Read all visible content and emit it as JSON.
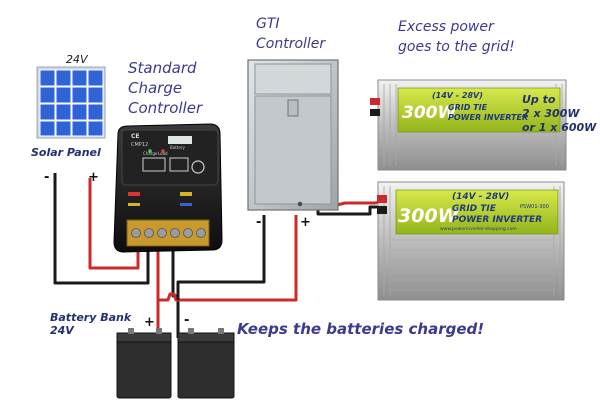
{
  "labels": {
    "solar_voltage": "24V",
    "solar_panel": "Solar Panel",
    "solar_neg": "-",
    "solar_pos": "+",
    "charge_controller_line1": "Standard",
    "charge_controller_line2": "Charge",
    "charge_controller_line3": "Controller",
    "gti_line1": "GTI",
    "gti_line2": "Controller",
    "gti_neg": "-",
    "gti_pos": "+",
    "excess_line1": "Excess power",
    "excess_line2": "goes to the grid!",
    "upto_line1": "Up to",
    "upto_line2": "2 x 300W",
    "upto_line3": "or 1 x 600W",
    "battery_line1": "Battery Bank",
    "battery_line2": "24V",
    "battery_pos": "+",
    "battery_neg": "-",
    "keeps_charged": "Keeps the batteries charged!"
  },
  "controller_face": {
    "brand": "CE",
    "model": "CMP12",
    "charge": "Charge",
    "load": "Load",
    "battery": "Battery"
  },
  "inverters": {
    "top": {
      "wattage": "300W",
      "range": "(14V - 28V)",
      "line1": "GRID TIE",
      "line2": "POWER INVERTER"
    },
    "bottom": {
      "wattage": "300W",
      "range": "(14V - 28V)",
      "line1": "GRID TIE",
      "line2": "POWER INVERTER",
      "model": "PSW01-300",
      "url": "www.powerinverter-shopping.com"
    }
  },
  "colors": {
    "wire_black": "#1a1a1a",
    "wire_red": "#cc2a2a",
    "label_purple": "#3b3a8f",
    "label_navy": "#23306e",
    "solar_blue": "#2f63d6",
    "inverter_green": "#a9c92a"
  }
}
